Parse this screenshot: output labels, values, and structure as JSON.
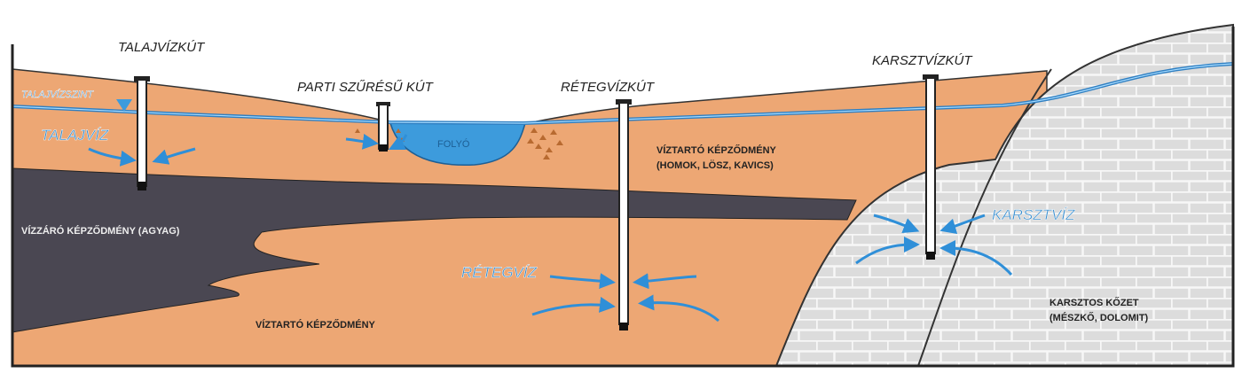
{
  "wells": {
    "groundwater_well": "TALAJVÍZKÚT",
    "bank_filtered_well": "PARTI SZŰRÉSŰ KÚT",
    "confined_well": "RÉTEGVÍZKÚT",
    "karst_well": "KARSZTVÍZKÚT"
  },
  "water": {
    "water_table": "TALAJVÍZSZINT",
    "groundwater": "TALAJVÍZ",
    "river": "FOLYÓ",
    "confined_water": "RÉTEGVÍZ",
    "karst_water": "KARSZTVÍZ"
  },
  "layers": {
    "upper_aquifer_line1": "VÍZTARTÓ KÉPZŐDMÉNY",
    "upper_aquifer_line2": "(HOMOK, LÖSZ, KAVICS)",
    "aquitard": "VÍZZÁRÓ KÉPZŐDMÉNY (AGYAG)",
    "lower_aquifer": "VÍZTARTÓ KÉPZŐDMÉNY",
    "karst_rock_line1": "KARSZTOS KŐZET",
    "karst_rock_line2": "(MÉSZKŐ, DOLOMIT)"
  },
  "colors": {
    "sand": "#eda774",
    "clay": "#4a4752",
    "water": "#3d9bdc",
    "limestone": "#d9d9d9"
  }
}
